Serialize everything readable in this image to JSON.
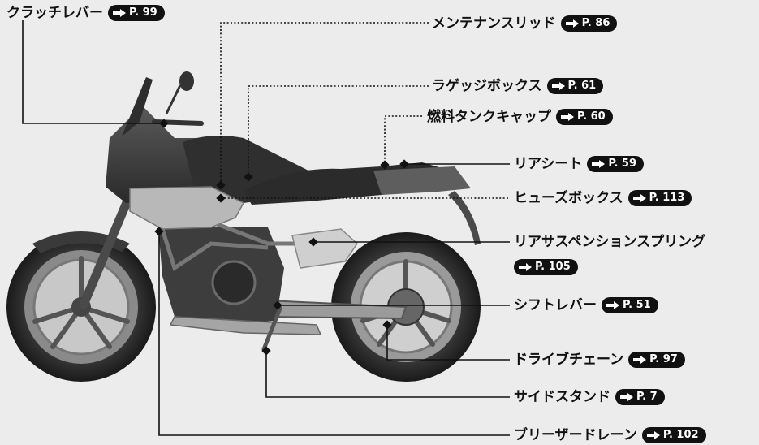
{
  "labels": [
    {
      "id": "clutch-lever",
      "text": "クラッチレバー",
      "ref": "P. 99"
    },
    {
      "id": "maintenance-lid",
      "text": "メンテナンスリッド",
      "ref": "P. 86"
    },
    {
      "id": "luggage-box",
      "text": "ラゲッジボックス",
      "ref": "P. 61"
    },
    {
      "id": "fuel-cap",
      "text": "燃料タンクキャップ",
      "ref": "P. 60"
    },
    {
      "id": "rear-seat",
      "text": "リアシート",
      "ref": "P. 59"
    },
    {
      "id": "fuse-box",
      "text": "ヒューズボックス",
      "ref": "P. 113"
    },
    {
      "id": "rear-suspension",
      "text": "リアサスペンションスプリング",
      "ref": "P. 105"
    },
    {
      "id": "shift-lever",
      "text": "シフトレバー",
      "ref": "P. 51"
    },
    {
      "id": "drive-chain",
      "text": "ドライブチェーン",
      "ref": "P. 97"
    },
    {
      "id": "side-stand",
      "text": "サイドスタンド",
      "ref": "P. 7"
    },
    {
      "id": "breather-drain",
      "text": "ブリーザードレーン",
      "ref": "P. 102"
    }
  ],
  "icons": {
    "ref": "arrow-right-icon",
    "pin": "diamond-pin-icon"
  },
  "colors": {
    "background": "#ececec",
    "leader": "#111111",
    "pill": "#111111"
  }
}
